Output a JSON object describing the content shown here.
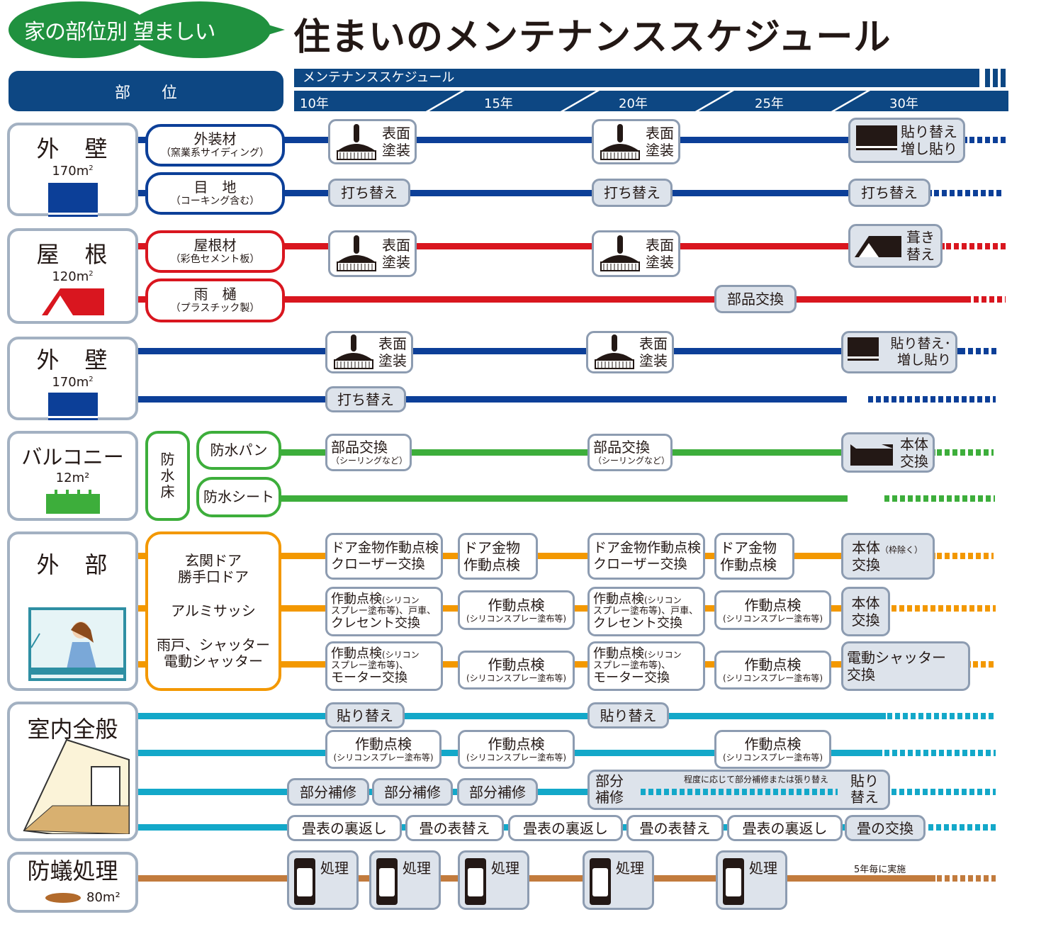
{
  "header": {
    "bubble": "家の部位別 望ましい",
    "title": "住まいのメンテナンススケジュール",
    "schedule_label": "メンテナンススケジュール",
    "part_label": "部　　位",
    "years": [
      "10年",
      "15年",
      "20年",
      "25年",
      "30年"
    ]
  },
  "colors": {
    "navy": "#0d4783",
    "blue": "#0c3f98",
    "red": "#d9161f",
    "green": "#3dae3b",
    "orange": "#f39800",
    "cyan": "#13a8c9",
    "brown": "#c27b3d"
  },
  "categories": {
    "wall1": {
      "name": "外　壁",
      "area": "170m",
      "sup": "2",
      "subs": [
        {
          "name": "外装材",
          "note": "（窯業系サイディング）"
        },
        {
          "name": "目　地",
          "note": "（コーキング含む）"
        }
      ]
    },
    "roof": {
      "name": "屋　根",
      "area": "120m",
      "sup": "2",
      "subs": [
        {
          "name": "屋根材",
          "note": "（彩色セメント板）"
        },
        {
          "name": "雨　樋",
          "note": "（プラスチック製）"
        }
      ]
    },
    "wall2": {
      "name": "外　壁",
      "area": "170m",
      "sup": "2"
    },
    "balcony": {
      "name": "バルコニー",
      "area": "12m²",
      "floor": [
        "防",
        "水",
        "床"
      ],
      "subs": [
        "防水パン",
        "防水シート"
      ]
    },
    "exterior": {
      "name": "外　部",
      "subs": [
        "玄関ドア",
        "勝手口ドア",
        "アルミサッシ",
        "雨戸、シャッター",
        "電動シャッター"
      ]
    },
    "interior": {
      "name": "室内全般"
    },
    "termite": {
      "name": "防蟻処理",
      "area": "80m²"
    }
  },
  "tasks": {
    "paint": [
      "表面",
      "塗装"
    ],
    "reclad": [
      "貼り替え",
      "増し貼り"
    ],
    "reclad2": [
      "貼り替え･",
      "増し貼り"
    ],
    "recaulk": "打ち替え",
    "reroof": [
      "葺き",
      "替え"
    ],
    "parts": "部品交換",
    "parts_note": "（シーリングなど）",
    "body_replace": [
      "本体",
      "交換"
    ],
    "door1": [
      "ドア金物作動点検",
      "クローザー交換"
    ],
    "door2": [
      "ドア金物",
      "作動点検"
    ],
    "door_final": [
      "本体",
      "（枠除く）",
      "交換"
    ],
    "sash1": [
      "作動点検",
      "(シリコン",
      "スプレー塗布等)、戸車、",
      "クレセント交換"
    ],
    "inspect": "作動点検",
    "inspect_note": "(シリコンスプレー塗布等)",
    "shutter1": [
      "作動点検",
      "(シリコン",
      "スプレー塗布等)、",
      "モーター交換"
    ],
    "shutter_final": [
      "電動シャッター",
      "交換"
    ],
    "repaper": "貼り替え",
    "partial": "部分補修",
    "partial2": [
      "部分",
      "補修"
    ],
    "partial_note": "程度に応じて部分補修または張り替え",
    "repaper2": [
      "貼り",
      "替え"
    ],
    "tatami_flip": "畳表の裏返し",
    "tatami_cover": "畳の表替え",
    "tatami_replace": "畳の交換",
    "treat": "処理",
    "treat_note": "5年毎に実施"
  }
}
